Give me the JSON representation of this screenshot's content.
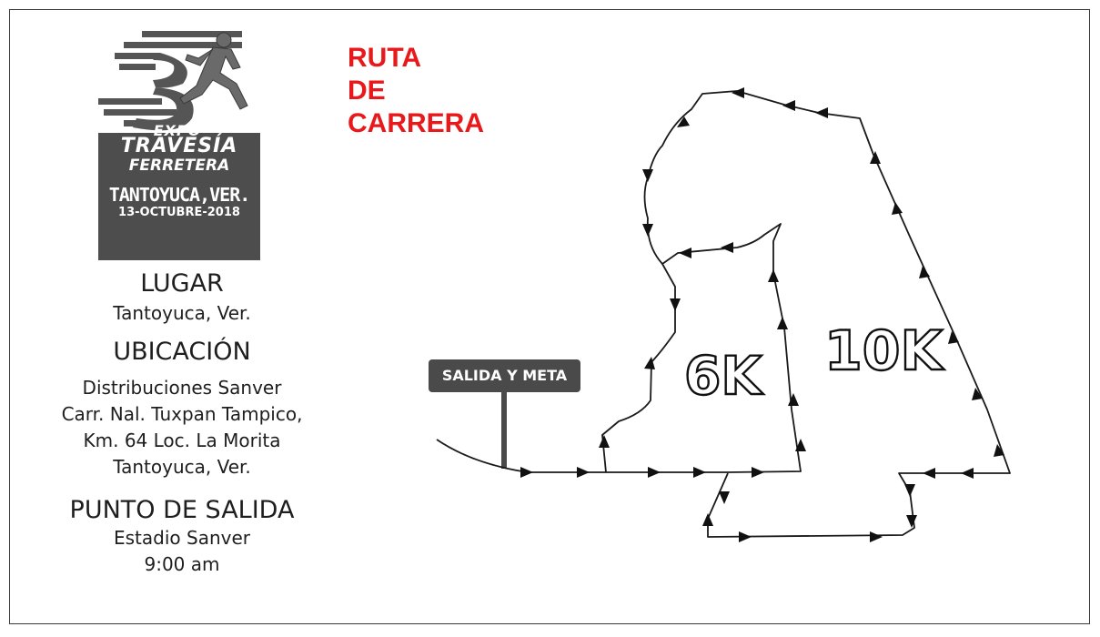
{
  "logo": {
    "number": "3",
    "expo": "EXPO",
    "travesia": "TRAVESÍA",
    "ferretera": "FERRETERA",
    "city": "TANTOYUCA,VER.",
    "date": "13-OCTUBRE-2018"
  },
  "title": {
    "line1": "RUTA",
    "line2": "DE",
    "line3": "CARRERA"
  },
  "lugar": {
    "heading": "LUGAR",
    "value": "Tantoyuca, Ver."
  },
  "ubicacion": {
    "heading": "UBICACIÓN",
    "lines": [
      "Distribuciones Sanver",
      "Carr. Nal. Tuxpan Tampico,",
      "Km. 64 Loc. La Morita",
      "Tantoyuca, Ver."
    ]
  },
  "salida": {
    "heading": "PUNTO DE SALIDA",
    "place": "Estadio Sanver",
    "time": "9:00 am"
  },
  "map": {
    "start_sign": "SALIDA Y META",
    "label_6k": "6K",
    "label_10k": "10K",
    "route_color": "#1a1a1a",
    "title_color": "#e8191b"
  }
}
